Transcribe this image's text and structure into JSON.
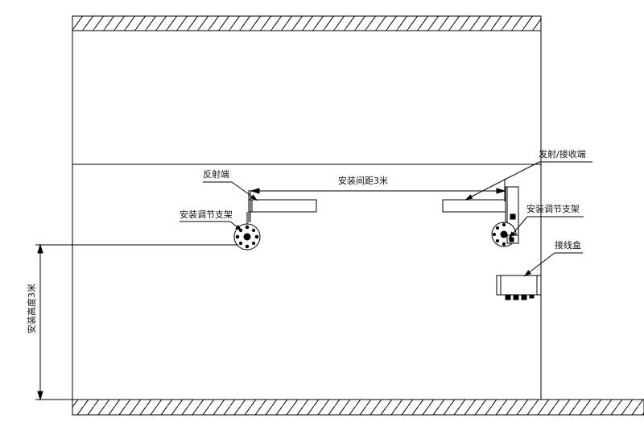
{
  "labels": {
    "reflector_end": "反射端",
    "emitter_receiver_end": "发射/接收端",
    "install_spacing": "安装间距3米",
    "left_bracket": "安装调节支架",
    "right_bracket": "安装调节支架",
    "junction_box": "接线盒",
    "install_height": "安装高度3米"
  },
  "colors": {
    "line": "#000000",
    "background": "#ffffff"
  }
}
